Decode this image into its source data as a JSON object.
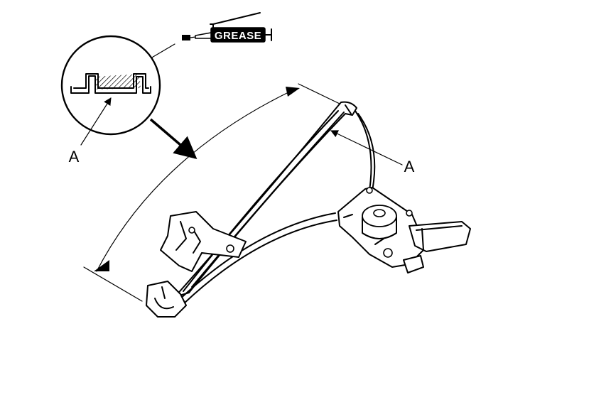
{
  "diagram": {
    "grease_label": "GREASE",
    "callouts": [
      {
        "label": "A"
      },
      {
        "label": "A"
      }
    ],
    "colors": {
      "ink": "#000000",
      "background": "#ffffff",
      "grease_tube_fill": "#000000",
      "grease_text": "#ffffff"
    }
  }
}
